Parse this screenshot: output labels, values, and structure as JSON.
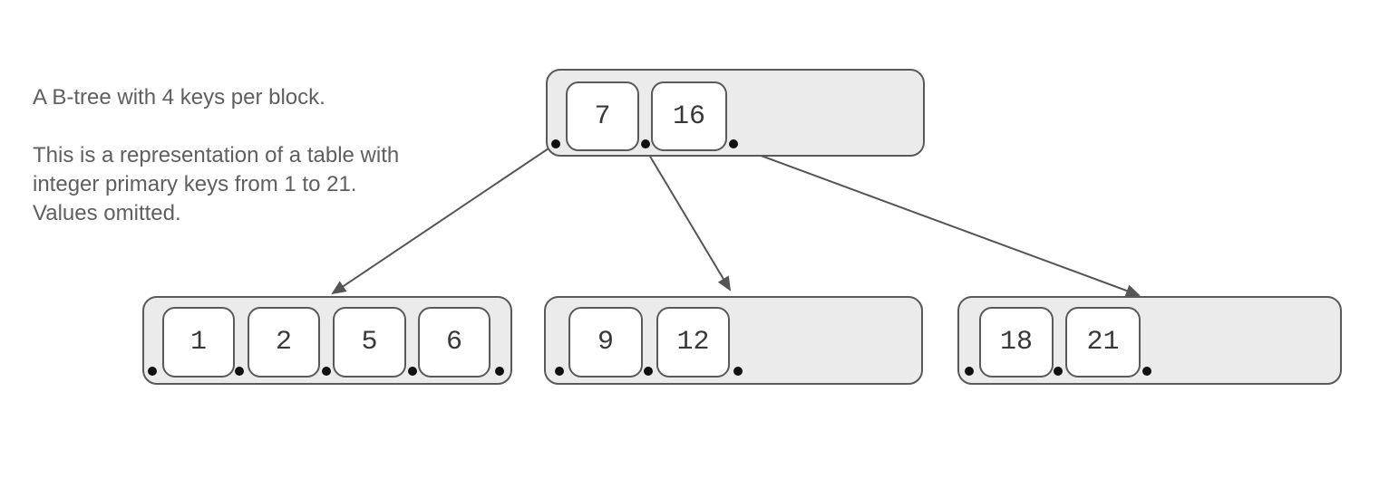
{
  "caption": {
    "line1": "A B-tree with 4 keys per block.",
    "line2": "This is a representation of a table with integer primary keys from 1 to 21. Values omitted."
  },
  "tree": {
    "root": {
      "label": "root block",
      "keys": [
        "7",
        "16"
      ],
      "pointer_dots": 3
    },
    "leaves": [
      {
        "label": "leaf block 1",
        "keys": [
          "1",
          "2",
          "5",
          "6"
        ],
        "pointer_dots": 5
      },
      {
        "label": "leaf block 2",
        "keys": [
          "9",
          "12"
        ],
        "pointer_dots": 3
      },
      {
        "label": "leaf block 3",
        "keys": [
          "18",
          "21"
        ],
        "pointer_dots": 3
      }
    ],
    "edges": [
      {
        "from": "root pointer 1",
        "to": "leaf block 1"
      },
      {
        "from": "root pointer 2",
        "to": "leaf block 2"
      },
      {
        "from": "root pointer 3",
        "to": "leaf block 3"
      }
    ]
  },
  "colors": {
    "background": "#ffffff",
    "block_fill": "#ebebeb",
    "block_border": "#595959",
    "key_fill": "#ffffff",
    "key_border": "#595959",
    "pointer_dot": "#111111",
    "arrow": "#555555",
    "caption_text": "#5f5f5f",
    "key_text": "#383838"
  }
}
